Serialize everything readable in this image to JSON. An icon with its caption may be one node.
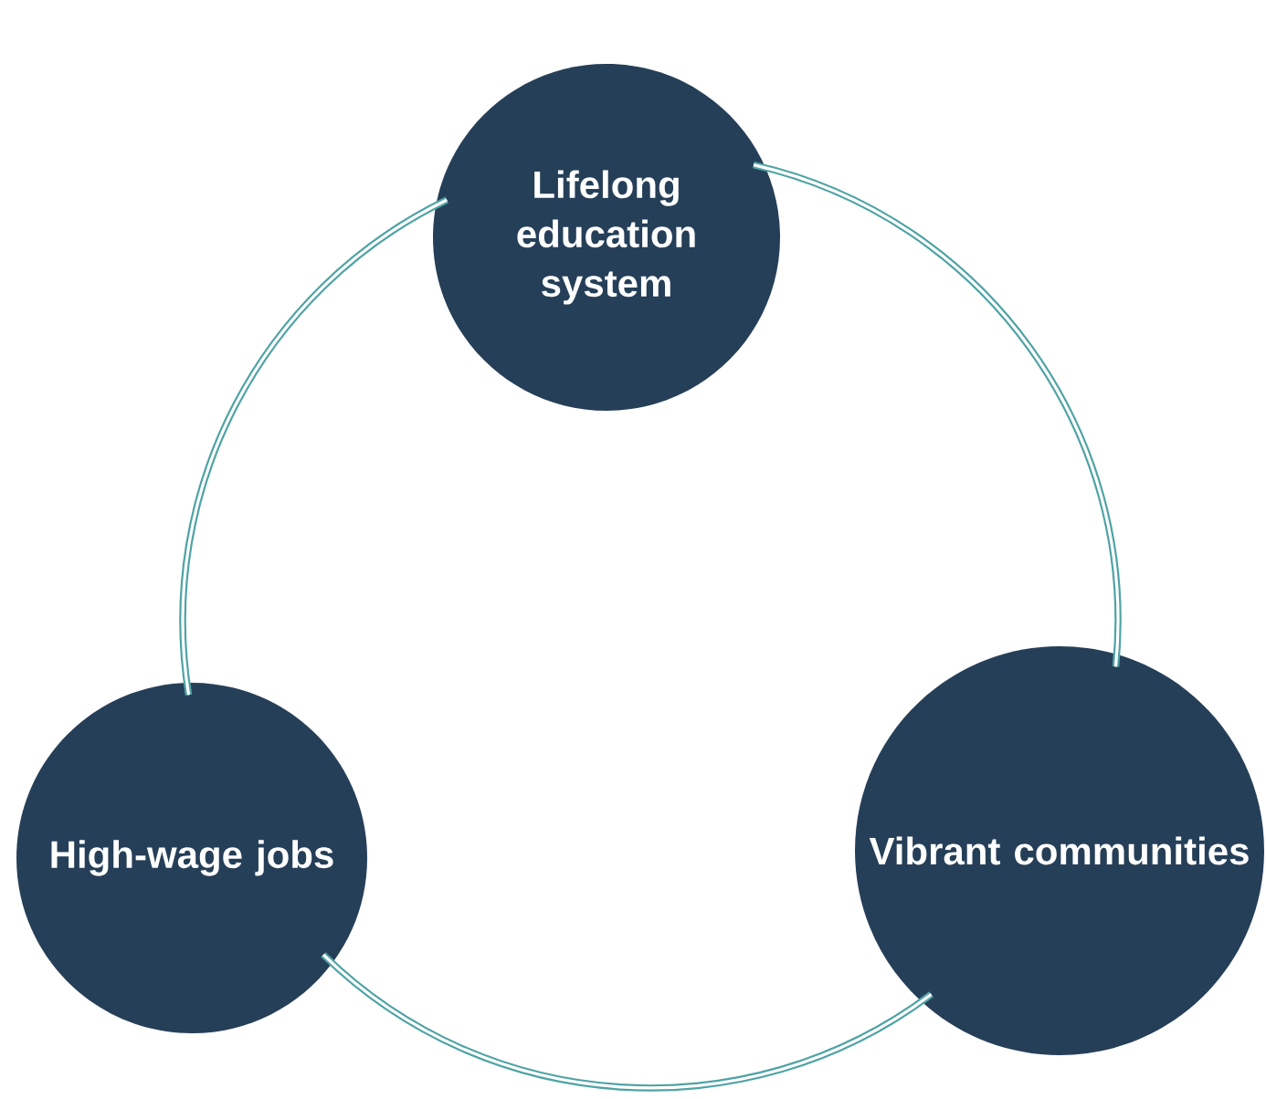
{
  "diagram": {
    "nodes": [
      {
        "text": [
          "Lifelong education system"
        ]
      },
      {
        "text": [
          "High-wage jobs"
        ]
      },
      {
        "text": [
          "Vibrant communities"
        ]
      }
    ],
    "edges": [
      {
        "from": 0,
        "to": 1,
        "arrow": "none"
      },
      {
        "from": 1,
        "to": 2,
        "arrow": "none"
      },
      {
        "from": 2,
        "to": 0,
        "arrow": "none"
      }
    ]
  }
}
